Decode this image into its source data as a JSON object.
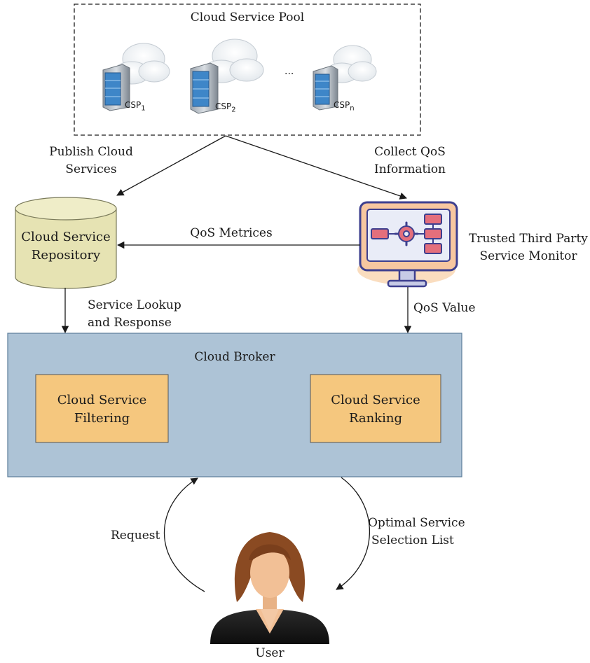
{
  "pool": {
    "title": "Cloud Service Pool",
    "csp1": "CSP",
    "csp1_sub": "1",
    "csp2": "CSP",
    "csp2_sub": "2",
    "cspn": "CSP",
    "cspn_sub": "n",
    "ellipsis": "..."
  },
  "edges": {
    "publish_line1": "Publish Cloud",
    "publish_line2": "Services",
    "collect_line1": "Collect QoS",
    "collect_line2": "Information",
    "qos_metrices": "QoS Metrices",
    "lookup_line1": "Service Lookup",
    "lookup_line2": "and Response",
    "qos_value": "QoS Value",
    "request": "Request",
    "optimal_line1": "Optimal Service",
    "optimal_line2": "Selection List"
  },
  "repository": {
    "line1": "Cloud Service",
    "line2": "Repository"
  },
  "monitor": {
    "line1": "Trusted Third Party",
    "line2": "Service Monitor"
  },
  "broker": {
    "title": "Cloud Broker",
    "filtering_line1": "Cloud Service",
    "filtering_line2": "Filtering",
    "ranking_line1": "Cloud Service",
    "ranking_line2": "Ranking"
  },
  "user": {
    "label": "User"
  },
  "colors": {
    "repository_fill": "#e6e3b3",
    "broker_fill": "#adc3d6",
    "inner_box_fill": "#f5c77e",
    "monitor_frame": "#3d3f8f",
    "monitor_screen": "#e9ecf7",
    "monitor_accent": "#e46f7c",
    "server_blue": "#3e86c8",
    "hair": "#8a4a22",
    "skin": "#f2c096"
  }
}
